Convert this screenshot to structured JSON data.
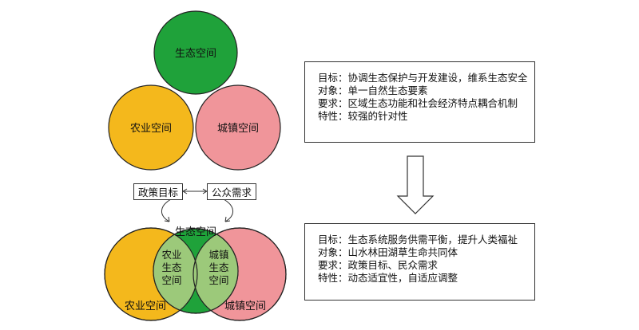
{
  "top_venn": {
    "ecology": "生态空间",
    "agriculture": "农业空间",
    "urban": "城镇空间"
  },
  "bottom_venn": {
    "ecology": "生态空间",
    "agriculture": "农业空间",
    "urban": "城镇空间",
    "overlap_left": [
      "农业",
      "生态",
      "空间"
    ],
    "overlap_right": [
      "城镇",
      "生态",
      "空间"
    ]
  },
  "tags": {
    "policy_goal": "政策目标",
    "public_demand": "公众需求"
  },
  "box_top": {
    "lines": [
      "目标：协调生态保护与开发建设，维系生态安全",
      "对象：单一自然生态要素",
      "要求：区域生态功能和社会经济特点耦合机制",
      "特性：较强的针对性"
    ]
  },
  "box_bottom": {
    "lines": [
      "目标：生态系统服务供需平衡，提升人类福祉",
      "对象：山水林田湖草生命共同体",
      "要求：政策目标、民众需求",
      "特性：动态适宜性，自适应调整"
    ]
  },
  "colors": {
    "ecology": "#1fa23a",
    "agriculture": "#f4b81c",
    "urban": "#f0959a",
    "overlap": "#9cc97a"
  }
}
